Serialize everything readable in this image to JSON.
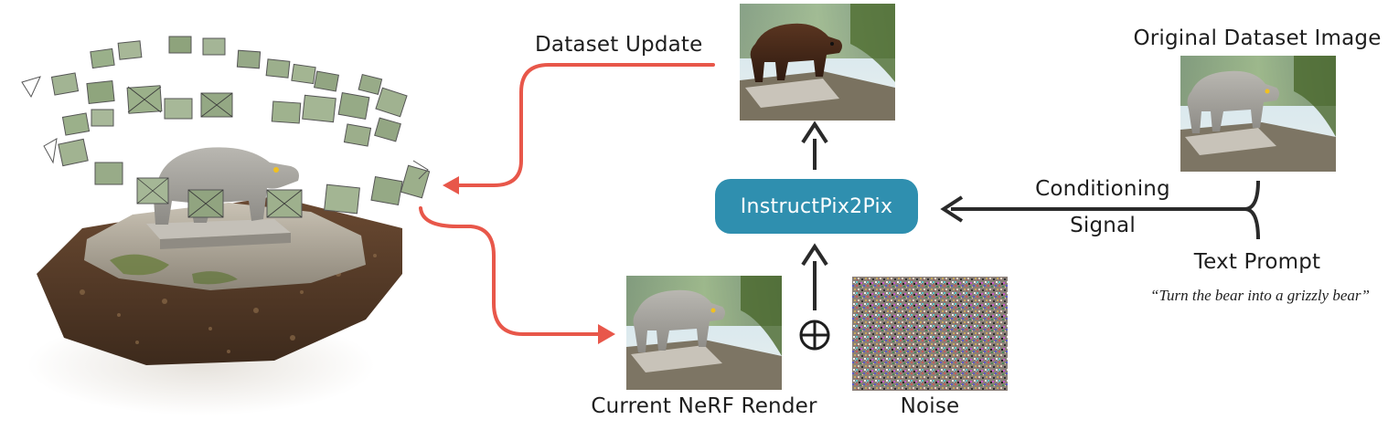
{
  "labels": {
    "dataset_update": "Dataset Update",
    "original_dataset_image": "Original Dataset Image",
    "instructpix2pix": "InstructPix2Pix",
    "conditioning": "Conditioning",
    "signal": "Signal",
    "text_prompt": "Text Prompt",
    "prompt_quote": "“Turn the bear into a grizzly bear”",
    "current_nerf_render": "Current NeRF Render",
    "noise": "Noise",
    "combine_symbol": "⊕"
  },
  "images": [
    {
      "name": "grizzly-edited-image",
      "depicts": "brown grizzly bear statue on rock"
    },
    {
      "name": "original-dataset-image",
      "depicts": "grey stone bear statue"
    },
    {
      "name": "current-nerf-render",
      "depicts": "grey stone bear statue render"
    },
    {
      "name": "noise-image",
      "depicts": "random colored noise"
    },
    {
      "name": "nerf-scene",
      "depicts": "3D reconstructed bear statue on rock with camera frustums"
    }
  ],
  "colors": {
    "instructpix2pix_box": "#2f8faf",
    "update_arrow": "#e8574a",
    "dark_arrow": "#2a2a2a",
    "label_text": "#1e1e1e"
  }
}
